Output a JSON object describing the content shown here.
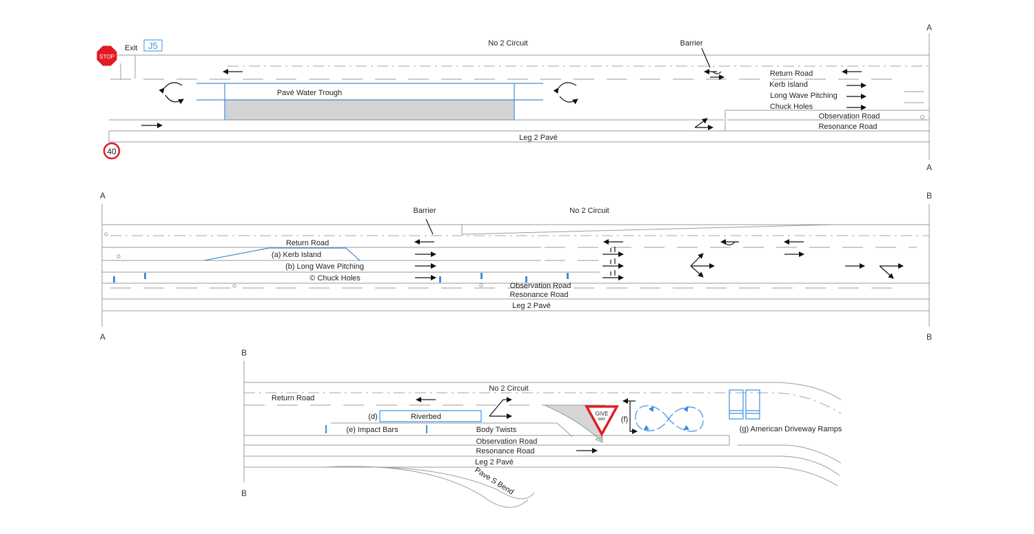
{
  "markers": {
    "a": "A",
    "b": "B"
  },
  "signs": {
    "stop": "STOP",
    "speed": "40",
    "give_way_1": "GIVE",
    "give_way_2": "WAY"
  },
  "section1": {
    "exit_label": "Exit",
    "junction_label": "J5",
    "circuit": "No 2 Circuit",
    "barrier": "Barrier",
    "water_trough": "Pavé Water Trough",
    "return_road": "Return Road",
    "kerb_island": "Kerb Island",
    "long_wave": "Long Wave Pitching",
    "chuck_holes": "Chuck Holes",
    "observation_road": "Observation Road",
    "resonance_road": "Resonance Road",
    "leg2_pave": "Leg 2 Pavé"
  },
  "section2": {
    "barrier": "Barrier",
    "circuit": "No 2 Circuit",
    "return_road": "Return Road",
    "kerb_island": "(a) Kerb Island",
    "long_wave": "(b) Long Wave Pitching",
    "chuck_holes": "© Chuck Holes",
    "observation_road": "Observation Road",
    "resonance_road": "Resonance Road",
    "leg2_pave": "Leg 2 Pavé"
  },
  "section3": {
    "circuit": "No 2 Circuit",
    "return_road": "Return Road",
    "riverbed_tag": "(d)",
    "riverbed": "Riverbed",
    "impact_bars": "(e) Impact Bars",
    "body_twists": "Body Twists",
    "f_tag": "(f)",
    "american_ramps": "(g) American Driveway Ramps",
    "observation_road": "Observation Road",
    "resonance_road": "Resonance Road",
    "leg2_pave": "Leg 2 Pavé",
    "pave_s_bend": "Pave S Bend"
  }
}
